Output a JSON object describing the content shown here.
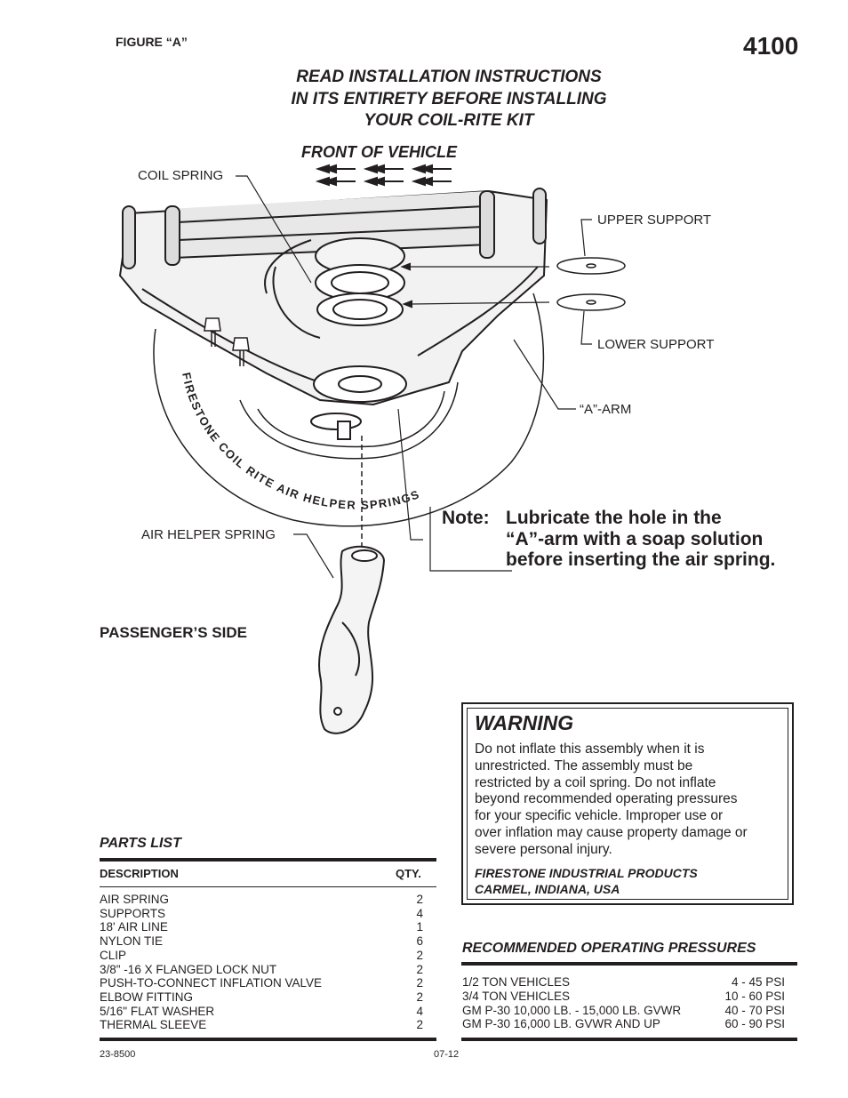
{
  "header": {
    "figure_label": "FIGURE “A”",
    "doc_number": "4100",
    "instructions": [
      "READ INSTALLATION INSTRUCTIONS",
      "IN ITS ENTIRETY BEFORE INSTALLING",
      "YOUR COIL-RITE KIT"
    ]
  },
  "diagram": {
    "front_of_vehicle": "FRONT OF VEHICLE",
    "labels": {
      "coil_spring": "COIL SPRING",
      "upper_support": "UPPER SUPPORT",
      "lower_support": "LOWER SUPPORT",
      "a_arm": "“A”-ARM",
      "air_helper_spring": "AIR HELPER SPRING"
    },
    "tire_text": "FIRESTONE COIL RITE AIR HELPER SPRINGS",
    "note": [
      "Note:",
      "Lubricate the hole in the",
      "“A”-arm with a soap solution",
      "before inserting the air spring."
    ],
    "passenger_side": "PASSENGER’S SIDE",
    "icons": [
      "arrow-left-icon",
      "coil-spring-icon",
      "air-spring-icon",
      "tire-icon",
      "a-arm-icon",
      "washer-icon",
      "bolt-icon"
    ]
  },
  "warning": {
    "title": "WARNING",
    "lines": [
      "Do not inflate this assembly when it is",
      "unrestricted. The assembly must be",
      "restricted by a coil spring. Do not inflate",
      "beyond recommended operating pressures",
      "for your specific vehicle. Improper use or",
      "over inflation may cause property damage or",
      "severe personal injury."
    ],
    "company": [
      "FIRESTONE INDUSTRIAL PRODUCTS",
      "CARMEL, INDIANA, USA"
    ]
  },
  "parts_list": {
    "title": "PARTS LIST",
    "headers": {
      "description": "DESCRIPTION",
      "qty": "QTY."
    },
    "rows": [
      {
        "description": "AIR SPRING",
        "qty": "2"
      },
      {
        "description": "SUPPORTS",
        "qty": "4"
      },
      {
        "description": "18' AIR LINE",
        "qty": "1"
      },
      {
        "description": "NYLON TIE",
        "qty": "6"
      },
      {
        "description": "CLIP",
        "qty": "2"
      },
      {
        "description": "3/8\" -16 X FLANGED LOCK NUT",
        "qty": "2"
      },
      {
        "description": "PUSH-TO-CONNECT INFLATION VALVE",
        "qty": "2"
      },
      {
        "description": "ELBOW FITTING",
        "qty": "2"
      },
      {
        "description": "5/16\" FLAT WASHER",
        "qty": "4"
      },
      {
        "description": "THERMAL SLEEVE",
        "qty": "2"
      }
    ]
  },
  "pressures": {
    "title": "RECOMMENDED OPERATING PRESSURES",
    "rows": [
      {
        "vehicle": "1/2 TON VEHICLES",
        "psi": "4 - 45 PSI"
      },
      {
        "vehicle": "3/4 TON VEHICLES",
        "psi": "10 - 60 PSI"
      },
      {
        "vehicle": "GM P-30 10,000 LB. - 15,000 LB. GVWR",
        "psi": "40 - 70 PSI"
      },
      {
        "vehicle": "GM P-30 16,000 LB. GVWR AND UP",
        "psi": "60 - 90 PSI"
      }
    ]
  },
  "footer": {
    "part_number": "23-8500",
    "date": "07-12"
  }
}
